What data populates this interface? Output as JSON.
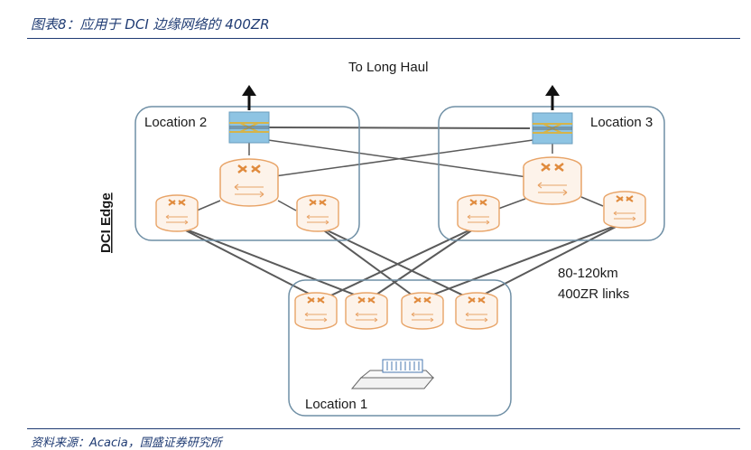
{
  "caption": "图表8：应用于 DCI 边缘网络的 400ZR",
  "source": "资料来源：Acacia，国盛证券研究所",
  "diagram": {
    "top_label": "To Long Haul",
    "side_label": "DCI Edge",
    "location_2": "Location 2",
    "location_3": "Location 3",
    "location_1": "Location 1",
    "link_label_line1": "80-120km",
    "link_label_line2": "400ZR links"
  },
  "colors": {
    "caption_text": "#1f3b73",
    "box_border": "#6f8fa5",
    "router_stroke": "#e8a468",
    "router_fill": "#fdf3ea",
    "optical_switch": "#8ec4e3",
    "link_line": "#5a5a5a"
  },
  "icons": [
    "up-arrow-icon",
    "optical-switch-icon",
    "router-icon",
    "server-rack-icon"
  ]
}
